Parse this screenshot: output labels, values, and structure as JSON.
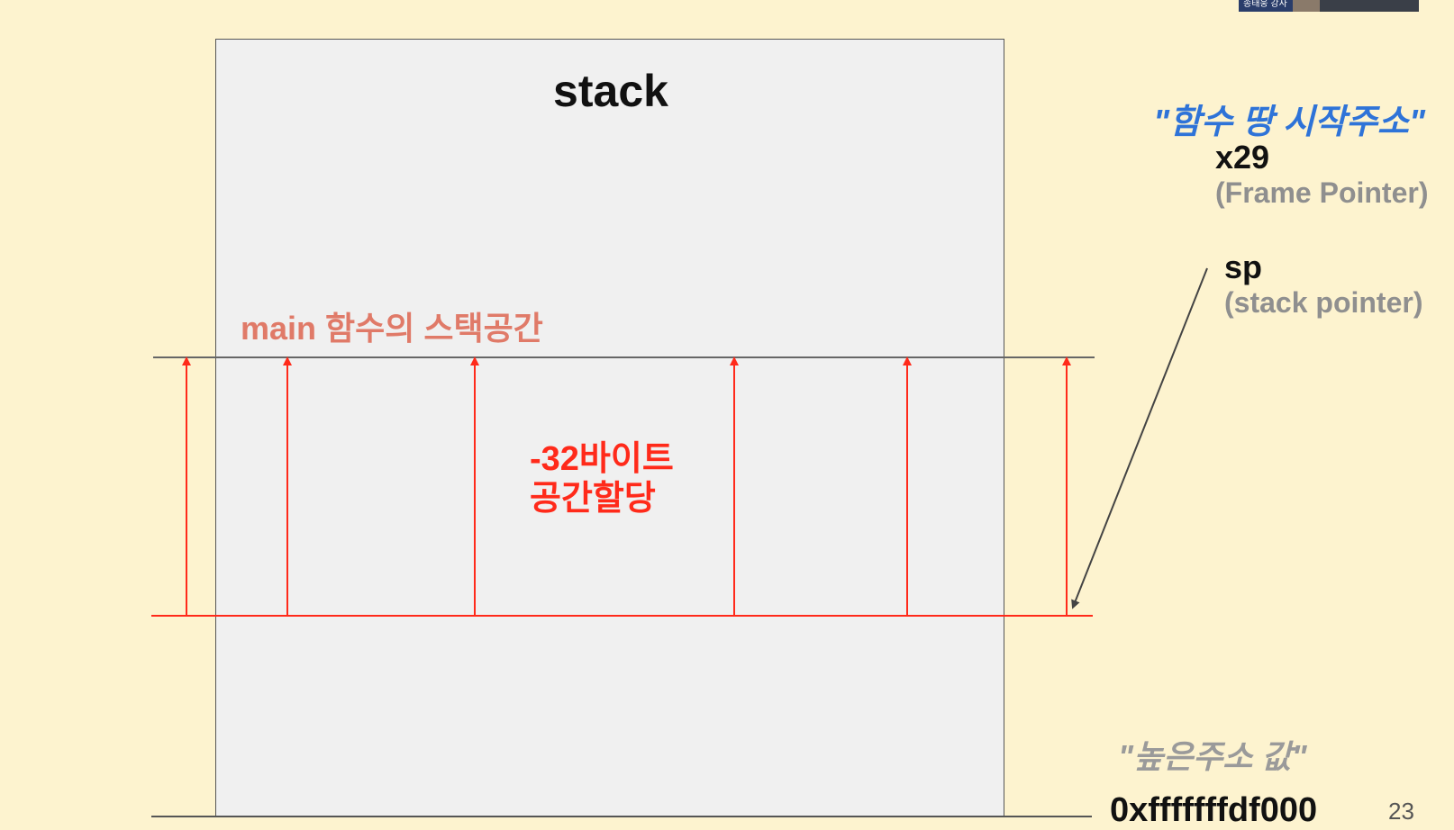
{
  "slide": {
    "stack_title": "stack",
    "main_stack_label": "main 함수의 스택공간",
    "alloc_line1": "-32바이트",
    "alloc_line2": "공간할당",
    "fp_quote": "\"함수 땅 시작주소\"",
    "fp_register": "x29",
    "fp_desc": "(Frame Pointer)",
    "sp_register": "sp",
    "sp_desc": "(stack pointer)",
    "high_addr_quote": "\"높은주소 값\"",
    "address": "0xfffffffdf000",
    "page_number": "23"
  },
  "webcam": {
    "label": "송태웅 강사"
  },
  "colors": {
    "background": "#fdf3cf",
    "stack_box": "#f0f0f0",
    "arrow_red": "#ff2a1a",
    "label_salmon": "#e07a68",
    "quote_blue": "#2e73d8",
    "desc_gray": "#8f8f8f"
  }
}
